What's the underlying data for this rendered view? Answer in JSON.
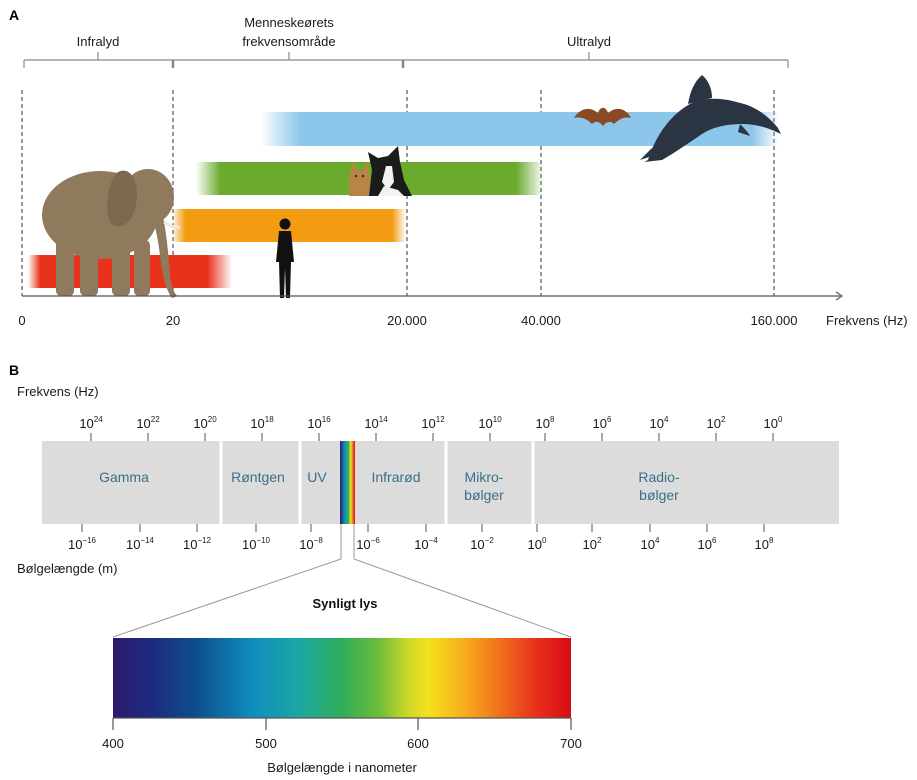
{
  "panel_a": {
    "label": "A",
    "ranges": [
      "Infralyd",
      "Menneskeørets",
      "frekvensområde",
      "Ultralyd"
    ],
    "axis_ticks": [
      "0",
      "20",
      "20.000",
      "40.000",
      "160.000"
    ],
    "axis_title": "Frekvens (Hz)",
    "bar_colors": {
      "elephant": "#e8321c",
      "human": "#f39c12",
      "cat_dog": "#6aab2e",
      "bat_dolphin": "#8cc6ea"
    },
    "animals": [
      "elephant-icon",
      "human-icon",
      "cat-icon",
      "dog-icon",
      "bat-icon",
      "dolphin-icon"
    ]
  },
  "panel_b": {
    "label": "B",
    "freq_title": "Frekvens (Hz)",
    "freq_base": "10",
    "freq_exponents": [
      "24",
      "22",
      "20",
      "18",
      "16",
      "14",
      "12",
      "10",
      "8",
      "6",
      "4",
      "2",
      "0"
    ],
    "bands": [
      "Gamma",
      "Røntgen",
      "UV",
      "Infrarød",
      "Mikro-",
      "bølger",
      "Radio-",
      "bølger"
    ],
    "wave_base": "10",
    "wave_exponents": [
      "−16",
      "−14",
      "−12",
      "−10",
      "−8",
      "−6",
      "−4",
      "−2",
      "0",
      "2",
      "4",
      "6",
      "8"
    ],
    "wave_title": "Bølgelængde (m)",
    "visible_title": "Synligt lys",
    "nm_ticks": [
      "400",
      "500",
      "600",
      "700"
    ],
    "nm_title": "Bølgelængde i nanometer"
  }
}
